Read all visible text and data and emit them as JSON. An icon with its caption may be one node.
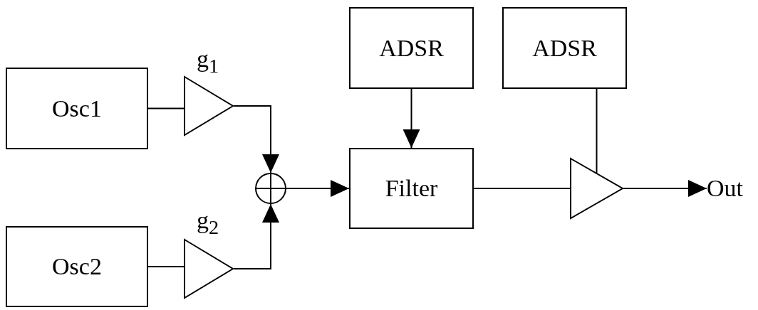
{
  "diagram": {
    "nodes": [
      {
        "text": [
          "Osc1"
        ]
      },
      {
        "text": [
          "Osc2"
        ]
      },
      {
        "text": [],
        "shape": "triangle",
        "beside": [
          "g$_{1}$"
        ]
      },
      {
        "text": [],
        "shape": "triangle",
        "beside": [
          "g$_{2}$"
        ]
      },
      {
        "text": [],
        "shape": "circle"
      },
      {
        "text": [
          "ADSR"
        ]
      },
      {
        "text": [
          "Filter"
        ]
      },
      {
        "text": [
          "ADSR"
        ]
      },
      {
        "text": [],
        "shape": "triangle"
      },
      {
        "text": [
          "Out"
        ]
      }
    ],
    "edges": [
      {
        "from": 0,
        "to": 2,
        "arrow": "none"
      },
      {
        "from": 1,
        "to": 3,
        "arrow": "none"
      },
      {
        "from": 2,
        "to": 4,
        "arrow": "to"
      },
      {
        "from": 3,
        "to": 4,
        "arrow": "to"
      },
      {
        "from": 4,
        "to": 6,
        "arrow": "to"
      },
      {
        "from": 5,
        "to": 6,
        "arrow": "to"
      },
      {
        "from": 6,
        "to": 8,
        "arrow": "none"
      },
      {
        "from": 7,
        "to": 8,
        "arrow": "none"
      },
      {
        "from": 8,
        "to": 9,
        "arrow": "to"
      }
    ]
  }
}
